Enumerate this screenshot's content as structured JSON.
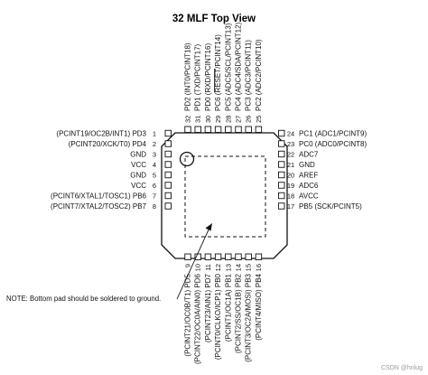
{
  "title": "32 MLF Top View",
  "note": "NOTE:  Bottom pad should be soldered to ground.",
  "watermark": "CSDN @hnlug",
  "pins": {
    "left": [
      {
        "num": "1",
        "label": "(PCINT19/OC2B/INT1) PD3"
      },
      {
        "num": "2",
        "label": "(PCINT20/XCK/T0) PD4"
      },
      {
        "num": "3",
        "label": "GND"
      },
      {
        "num": "4",
        "label": "VCC"
      },
      {
        "num": "5",
        "label": "GND"
      },
      {
        "num": "6",
        "label": "VCC"
      },
      {
        "num": "7",
        "label": "(PCINT6/XTAL1/TOSC1) PB6"
      },
      {
        "num": "8",
        "label": "(PCINT7/XTAL2/TOSC2) PB7"
      }
    ],
    "bottom": [
      {
        "num": "9",
        "label": "(PCINT21/OC0B/T1) PD5"
      },
      {
        "num": "10",
        "label": "(PCINT22/OC0A/AIN0) PD6"
      },
      {
        "num": "11",
        "label": "(PCINT23/AIN1) PD7"
      },
      {
        "num": "12",
        "label": "(PCINT0/CLKO/ICP1) PB0"
      },
      {
        "num": "13",
        "label": "(PCINT1/OC1A) PB1"
      },
      {
        "num": "14",
        "label": "(PCINT2/SS/OC1B) PB2"
      },
      {
        "num": "15",
        "label": "(PCINT3/OC2A/MOSI) PB3"
      },
      {
        "num": "16",
        "label": "(PCINT4/MISO) PB4"
      }
    ],
    "right": [
      {
        "num": "24",
        "label": "PC1 (ADC1/PCINT9)"
      },
      {
        "num": "23",
        "label": "PC0 (ADC0/PCINT8)"
      },
      {
        "num": "22",
        "label": "ADC7"
      },
      {
        "num": "21",
        "label": "GND"
      },
      {
        "num": "20",
        "label": "AREF"
      },
      {
        "num": "19",
        "label": "ADC6"
      },
      {
        "num": "18",
        "label": "AVCC"
      },
      {
        "num": "17",
        "label": "PB5 (SCK/PCINT5)"
      }
    ],
    "top": [
      {
        "num": "32",
        "label": "PD2 (INT0/PCINT18)"
      },
      {
        "num": "31",
        "label": "PD1 (TXD/PCINT17)"
      },
      {
        "num": "30",
        "label": "PD0 (RXD/PCINT16)"
      },
      {
        "num": "29",
        "label": "PC6 (RESET/PCINT14)"
      },
      {
        "num": "28",
        "label": "PC5 (ADC5/SCL/PCINT13)"
      },
      {
        "num": "27",
        "label": "PC4 (ADC4/SDA/PCINT12)"
      },
      {
        "num": "26",
        "label": "PC3 (ADC3/PCINT11)"
      },
      {
        "num": "25",
        "label": "PC2 (ADC2/PCINT10)"
      }
    ]
  }
}
